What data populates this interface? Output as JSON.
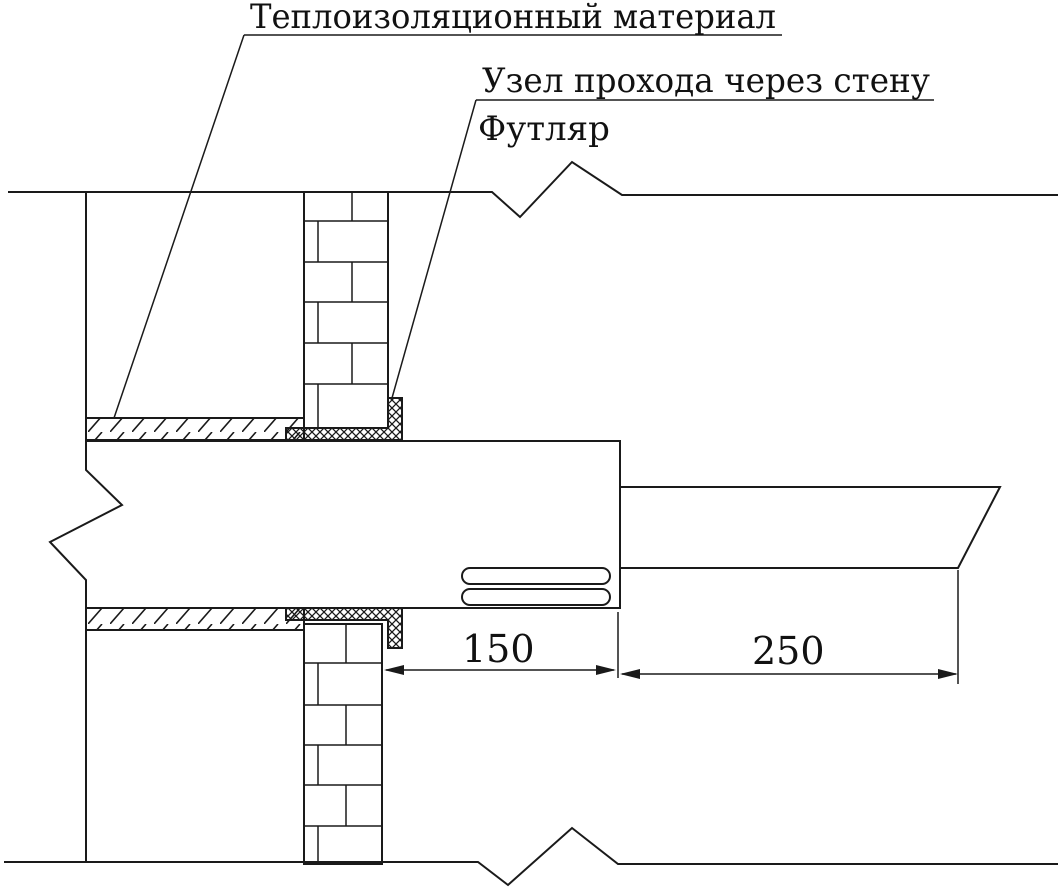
{
  "labels": {
    "insulation": "Теплоизоляционный материал",
    "wall_pass_node": "Узел прохода через стену",
    "sleeve": "Футляр"
  },
  "dimensions": {
    "sleeve_projection": "150",
    "pipe_extension": "250"
  }
}
